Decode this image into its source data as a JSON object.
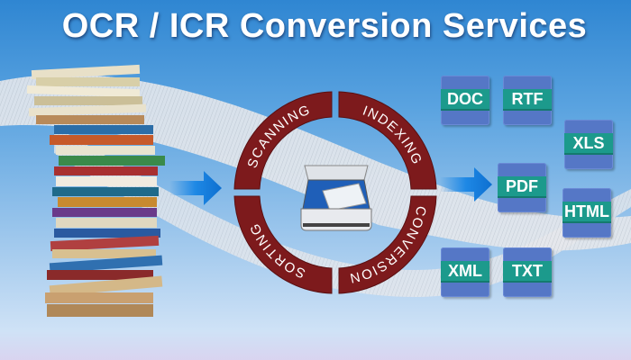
{
  "title": "OCR / ICR Conversion Services",
  "process_ring": {
    "steps": [
      "SCANNING",
      "INDEXING",
      "CONVERSION",
      "SORTING"
    ],
    "color": "#7d1a1c",
    "center_icon": "scanner-icon"
  },
  "output_formats": [
    "DOC",
    "RTF",
    "XLS",
    "PDF",
    "HTML",
    "XML",
    "TXT"
  ],
  "colors": {
    "tile": "#5577c6",
    "tile_band": "#1c9a8c",
    "arrow": "#1e88e5"
  }
}
